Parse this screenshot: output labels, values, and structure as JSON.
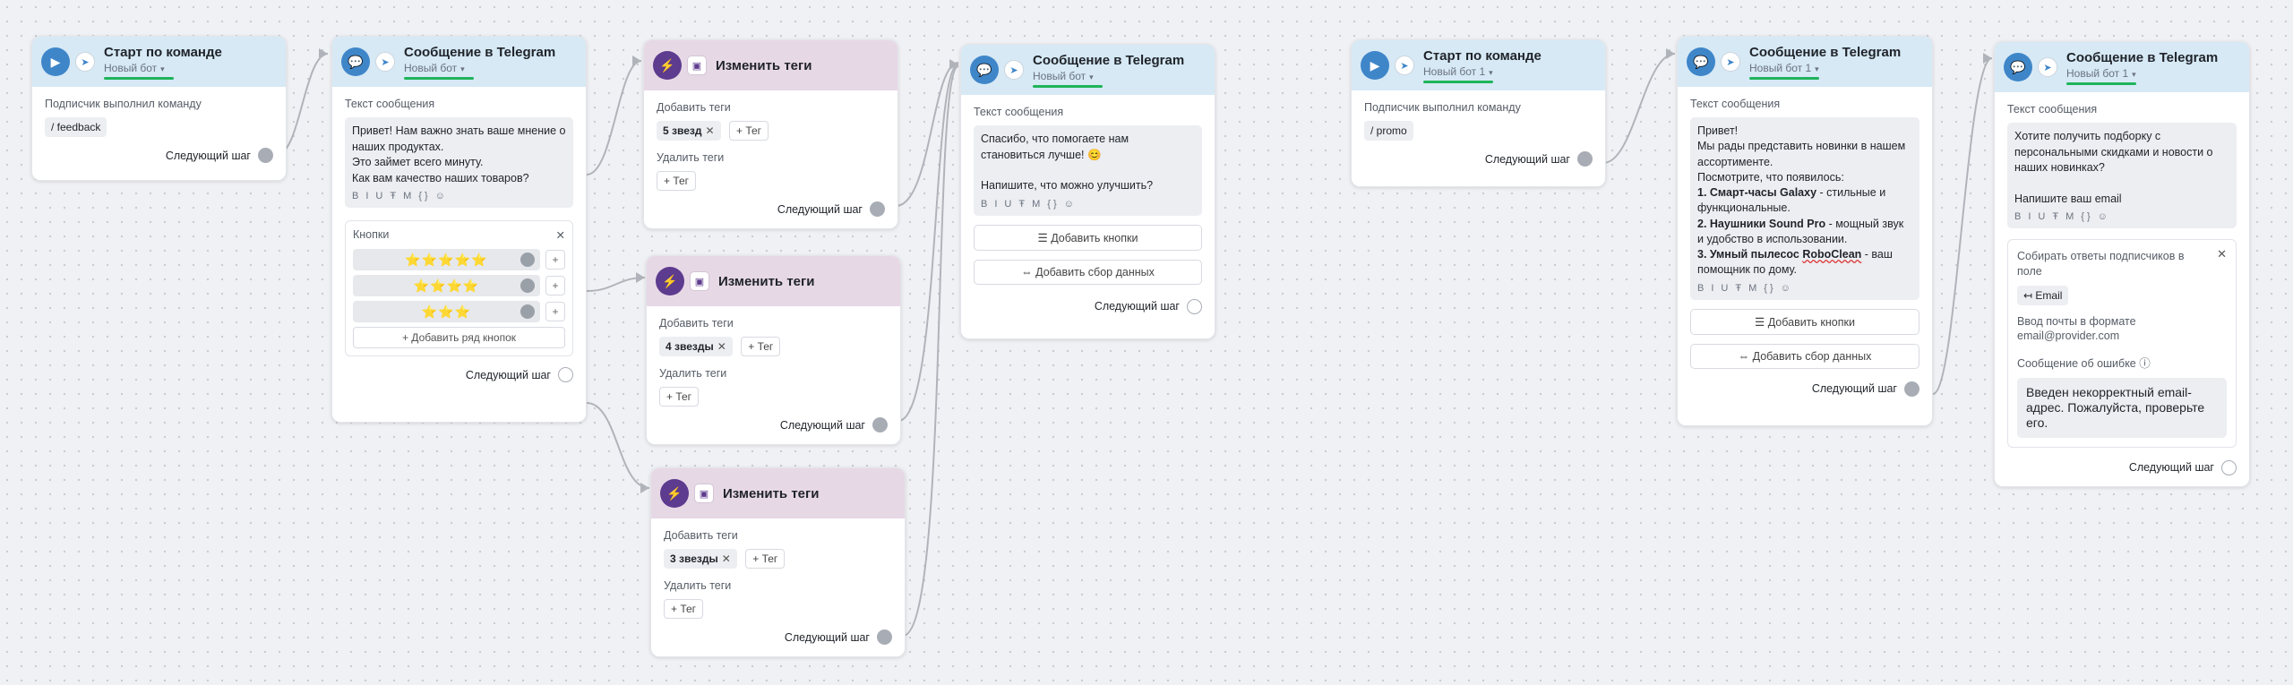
{
  "cards": {
    "start1": {
      "title": "Старт по команде",
      "bot": "Новый бот",
      "label": "Подписчик выполнил команду",
      "command": "/ feedback",
      "next": "Следующий шаг"
    },
    "tg1": {
      "title": "Сообщение в Telegram",
      "bot": "Новый бот",
      "label": "Текст сообщения",
      "lines": [
        "Привет! Нам важно знать ваше мнение о",
        "наших продуктах.",
        "Это займет всего минуту.",
        "Как вам качество наших товаров?"
      ],
      "format": [
        "B",
        "I",
        "U",
        "Ŧ",
        "M",
        "{ }",
        "☺"
      ],
      "keyboard_title": "Кнопки",
      "keyboard_close": "✕",
      "buttons": [
        "⭐⭐⭐⭐⭐",
        "⭐⭐⭐⭐",
        "⭐⭐⭐"
      ],
      "add_row": "+ Добавить ряд кнопок",
      "plus": "+",
      "next": "Следующий шаг"
    },
    "tags1": {
      "title": "Изменить теги",
      "add_label": "Добавить теги",
      "tag": "5 звезд",
      "add_btn": "+ Тег",
      "remove_label": "Удалить теги",
      "remove_btn": "+ Тег",
      "next": "Следующий шаг"
    },
    "tags2": {
      "title": "Изменить теги",
      "add_label": "Добавить теги",
      "tag": "4 звезды",
      "add_btn": "+ Тег",
      "remove_label": "Удалить теги",
      "remove_btn": "+ Тег",
      "next": "Следующий шаг"
    },
    "tags3": {
      "title": "Изменить теги",
      "add_label": "Добавить теги",
      "tag": "3 звезды",
      "add_btn": "+ Тег",
      "remove_label": "Удалить теги",
      "remove_btn": "+ Тег",
      "next": "Следующий шаг"
    },
    "tg2": {
      "title": "Сообщение в Telegram",
      "bot": "Новый бот",
      "label": "Текст сообщения",
      "lines": [
        "Спасибо, что помогаете нам",
        "становиться лучше! 😊",
        "",
        "Напишите, что можно улучшить?"
      ],
      "format": [
        "B",
        "I",
        "U",
        "Ŧ",
        "M",
        "{ }",
        "☺"
      ],
      "add_buttons": "☰ Добавить кнопки",
      "add_collect": "⇔ Добавить сбор данных",
      "next": "Следующий шаг"
    },
    "start2": {
      "title": "Старт по команде",
      "bot": "Новый бот 1",
      "label": "Подписчик выполнил команду",
      "command": "/ promo",
      "next": "Следующий шаг"
    },
    "tg3": {
      "title": "Сообщение в Telegram",
      "bot": "Новый бот 1",
      "label": "Текст сообщения",
      "l1": "Привет!",
      "l2": "Мы рады представить новинки в нашем",
      "l3": "ассортименте.",
      "l4": "Посмотрите, что появилось:",
      "i1b": "1. Смарт-часы Galaxy",
      "i1": " - стильные и",
      "i1c": "функциональные.",
      "i2b": "2. Наушники Sound Pro",
      "i2": " - мощный звук",
      "i2c": "и удобство в использовании.",
      "i3b": "3. Умный пылесос ",
      "i3u": "RoboClean",
      "i3": " - ваш",
      "i3c": "помощник по дому.",
      "format": [
        "B",
        "I",
        "U",
        "Ŧ",
        "M",
        "{ }",
        "☺"
      ],
      "add_buttons": "☰ Добавить кнопки",
      "add_collect": "⇔ Добавить сбор данных",
      "next": "Следующий шаг"
    },
    "tg4": {
      "title": "Сообщение в Telegram",
      "bot": "Новый бот 1",
      "label": "Текст сообщения",
      "lines": [
        "Хотите получить подборку с",
        "персональными скидками и новости о",
        "наших новинках?",
        "",
        "Напишите ваш email"
      ],
      "format": [
        "B",
        "I",
        "U",
        "Ŧ",
        "M",
        "{ }",
        "☺"
      ],
      "collect_label": "Собирать ответы подписчиков в поле",
      "field": "↤ Email",
      "hint1": "Ввод почты в формате",
      "hint2": "email@provider.com",
      "err_label": "Сообщение об ошибке ⓘ",
      "err_text": "Введен некорректный email-адрес. Пожалуйста, проверьте его.",
      "close": "✕",
      "next": "Следующий шаг"
    }
  },
  "colors": {
    "accent": "#3f86c9",
    "purple": "#5d3b8e",
    "green": "#1fb45a",
    "wire": "#b0b4ba"
  },
  "icons": {
    "play": "play-icon",
    "telegram": "telegram-icon",
    "chat": "chat-bubble-icon",
    "bolt": "lightning-icon",
    "contact": "contact-card-icon"
  }
}
